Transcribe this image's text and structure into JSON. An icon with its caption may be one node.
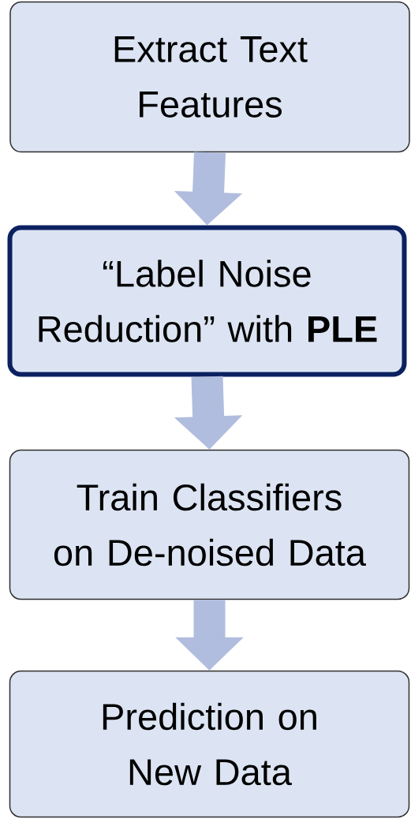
{
  "diagram": {
    "nodes": [
      {
        "text": [
          "Extract Text Features"
        ]
      },
      {
        "text": [
          "“Label Noise Reduction” with **PLE**"
        ]
      },
      {
        "text": [
          "Train Classifiers on De-noised Data"
        ]
      },
      {
        "text": [
          "Prediction on New Data"
        ]
      }
    ],
    "edges": [
      {
        "from": 0,
        "to": 1,
        "arrow": "to"
      },
      {
        "from": 1,
        "to": 2,
        "arrow": "to"
      },
      {
        "from": 2,
        "to": 3,
        "arrow": "to"
      }
    ]
  }
}
